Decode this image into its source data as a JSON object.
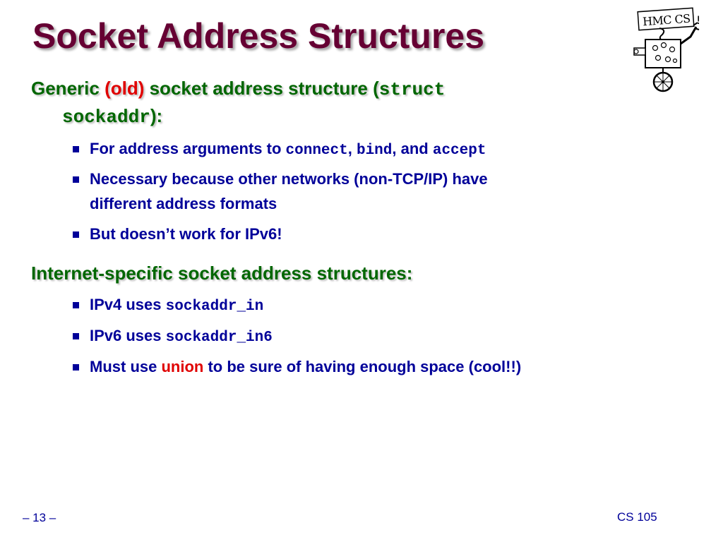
{
  "slide": {
    "title": "Socket Address Structures",
    "page_number": "– 13 –",
    "course": "CS 105",
    "logo_text": "HMC CS"
  },
  "generic": {
    "h_part1": "Generic ",
    "h_old": "(old)",
    "h_part2": " socket address structure (",
    "h_struct": "struct",
    "h_sockaddr": "sockaddr",
    "h_close": "):",
    "bullets": {
      "b1_text": "For address arguments to ",
      "b1_connect": "connect",
      "b1_comma1": ", ",
      "b1_bind": "bind",
      "b1_and": ", and ",
      "b1_accept": "accept",
      "b2_line1": "Necessary because other networks (non-TCP/IP) have",
      "b2_line2": "different address formats",
      "b3": "But doesn’t work for IPv6!"
    }
  },
  "internet": {
    "heading": "Internet-specific socket address structures:",
    "b1_text": "IPv4 uses ",
    "b1_code": "sockaddr_in",
    "b2_text": "IPv6 uses ",
    "b2_code": "sockaddr_in6",
    "b3_text1": "Must use ",
    "b3_union": "union",
    "b3_text2": " to be sure of having enough space (cool!!)"
  }
}
